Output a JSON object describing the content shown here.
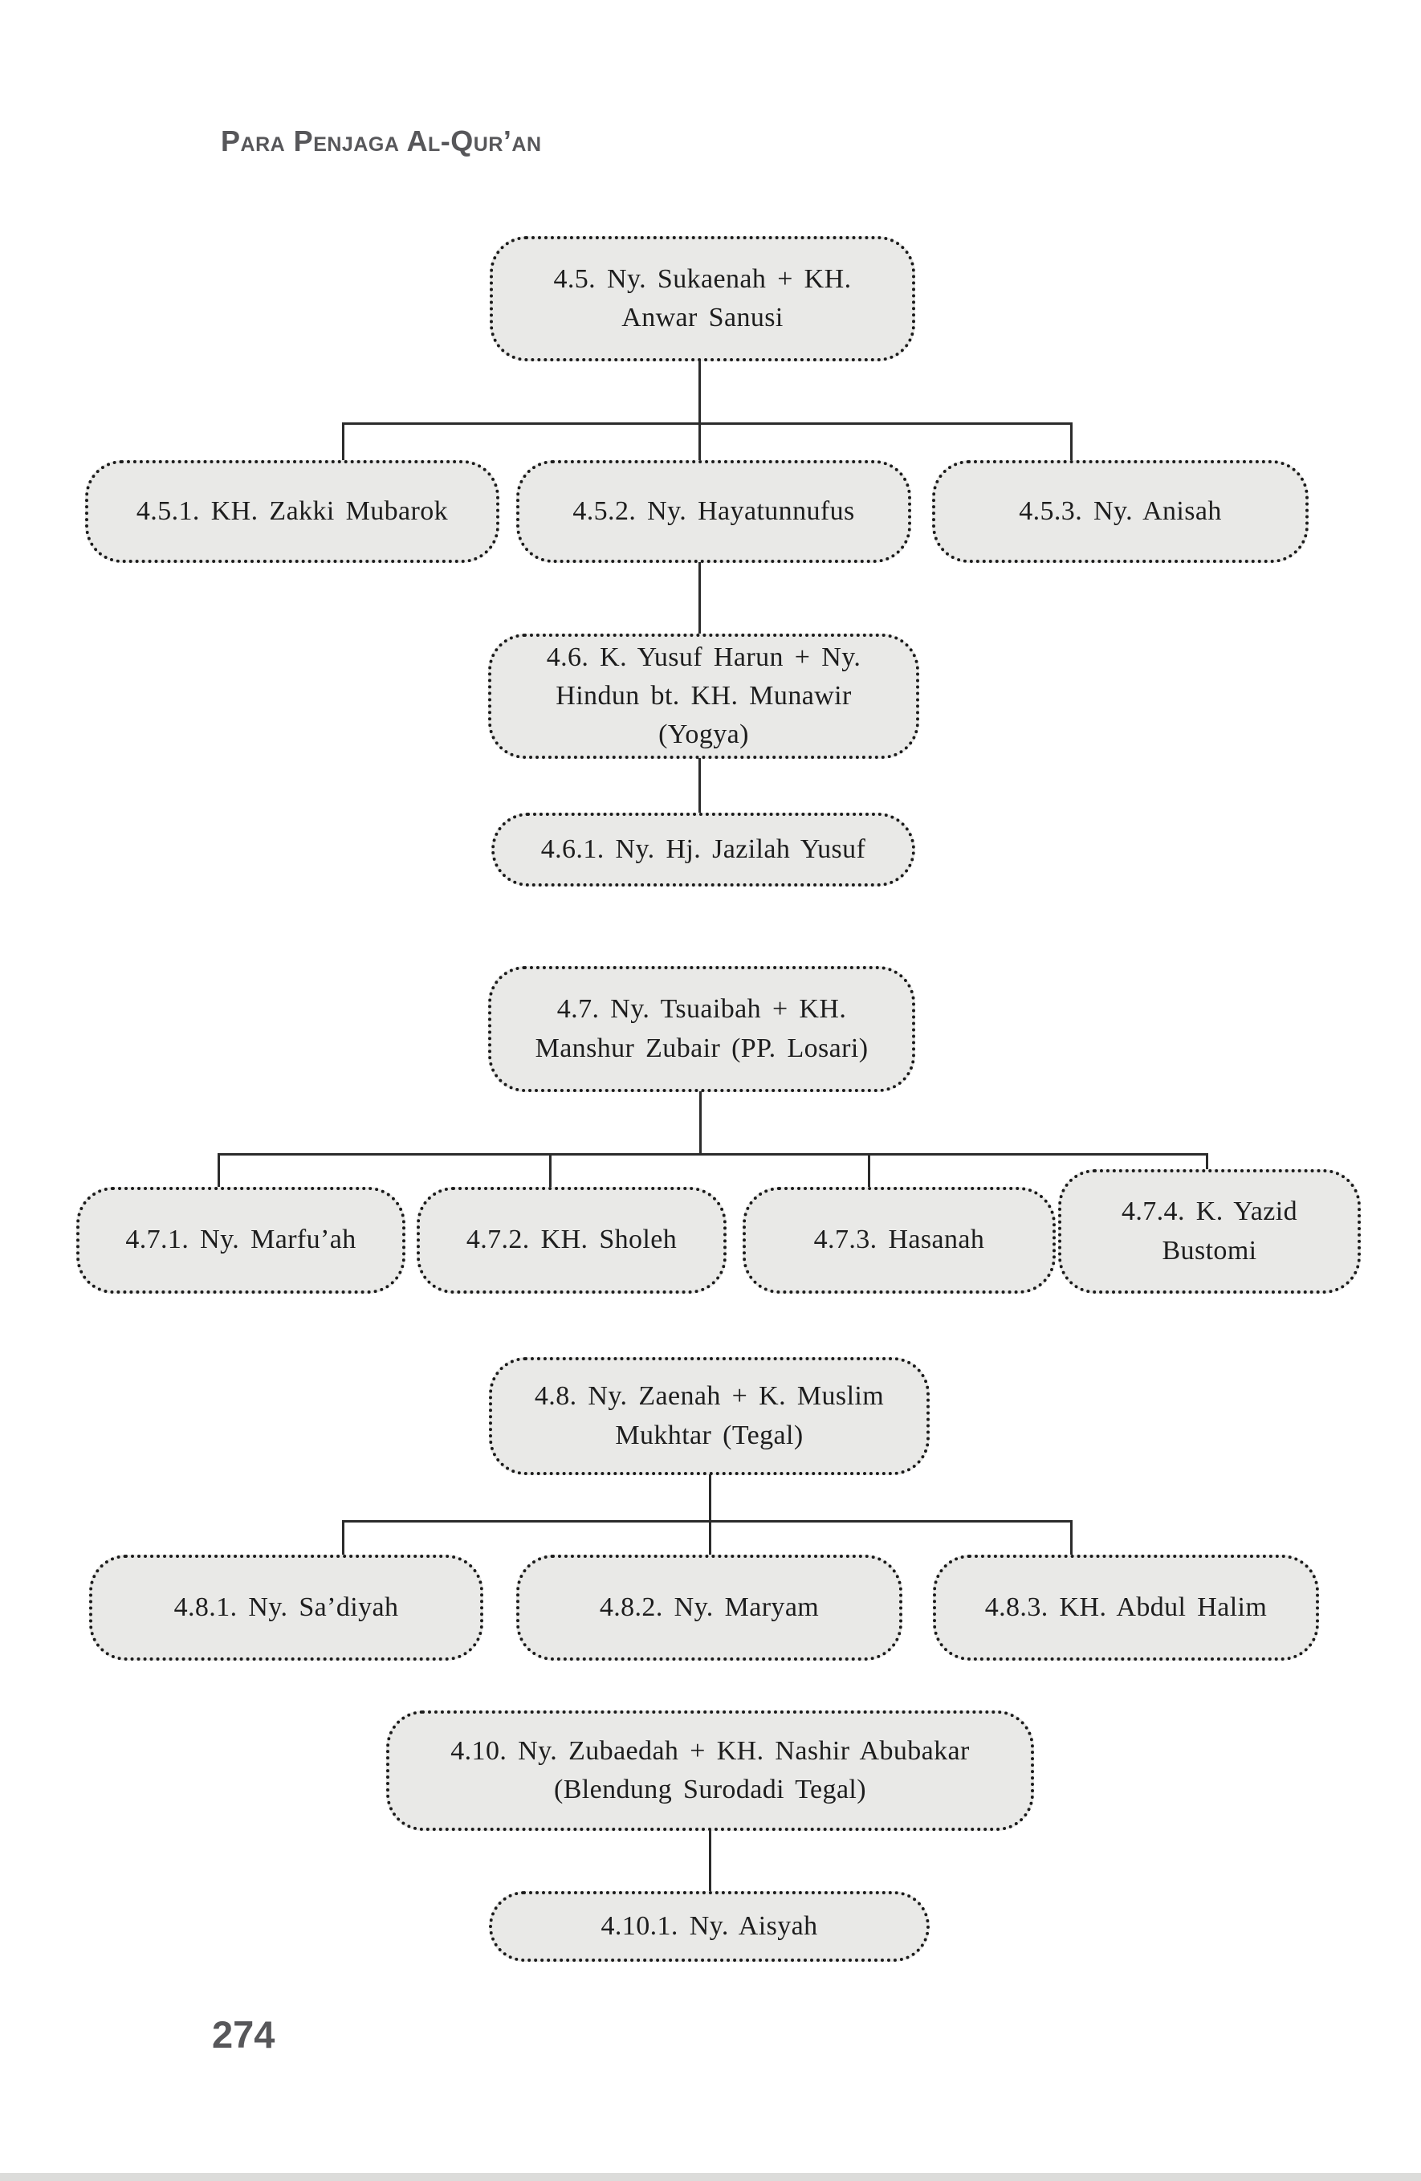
{
  "page": {
    "title_header": "Para Penjaga Al-Qur’an",
    "page_number": "274"
  },
  "colors": {
    "box_fill": "#e9e9e7",
    "box_border": "#1b1b1b",
    "connector": "#2b2b2b",
    "muted_text": "#57575a",
    "node_text": "#1d1d1d",
    "background": "#ffffff"
  },
  "tree": {
    "n45": "4.5. Ny. Sukaenah + KH. Anwar Sanusi",
    "n451": "4.5.1. KH. Zakki Mubarok",
    "n452": "4.5.2. Ny. Hayatunnufus",
    "n453": "4.5.3. Ny. Anisah",
    "n46": "4.6. K. Yusuf Harun + Ny. Hindun bt. KH. Munawir (Yogya)",
    "n461": "4.6.1. Ny. Hj. Jazilah Yusuf",
    "n47": "4.7. Ny. Tsuaibah + KH. Manshur Zubair (PP. Losari)",
    "n471": "4.7.1. Ny. Marfu’ah",
    "n472": "4.7.2. KH. Sholeh",
    "n473": "4.7.3. Hasanah",
    "n474": "4.7.4. K. Yazid Bustomi",
    "n48": "4.8. Ny. Zaenah + K. Muslim Mukhtar (Tegal)",
    "n481": "4.8.1. Ny. Sa’diyah",
    "n482": "4.8.2. Ny. Maryam",
    "n483": "4.8.3. KH. Abdul Halim",
    "n410": "4.10. Ny. Zubaedah + KH. Nashir Abubakar (Blendung Surodadi Tegal)",
    "n4101": "4.10.1. Ny. Aisyah"
  }
}
